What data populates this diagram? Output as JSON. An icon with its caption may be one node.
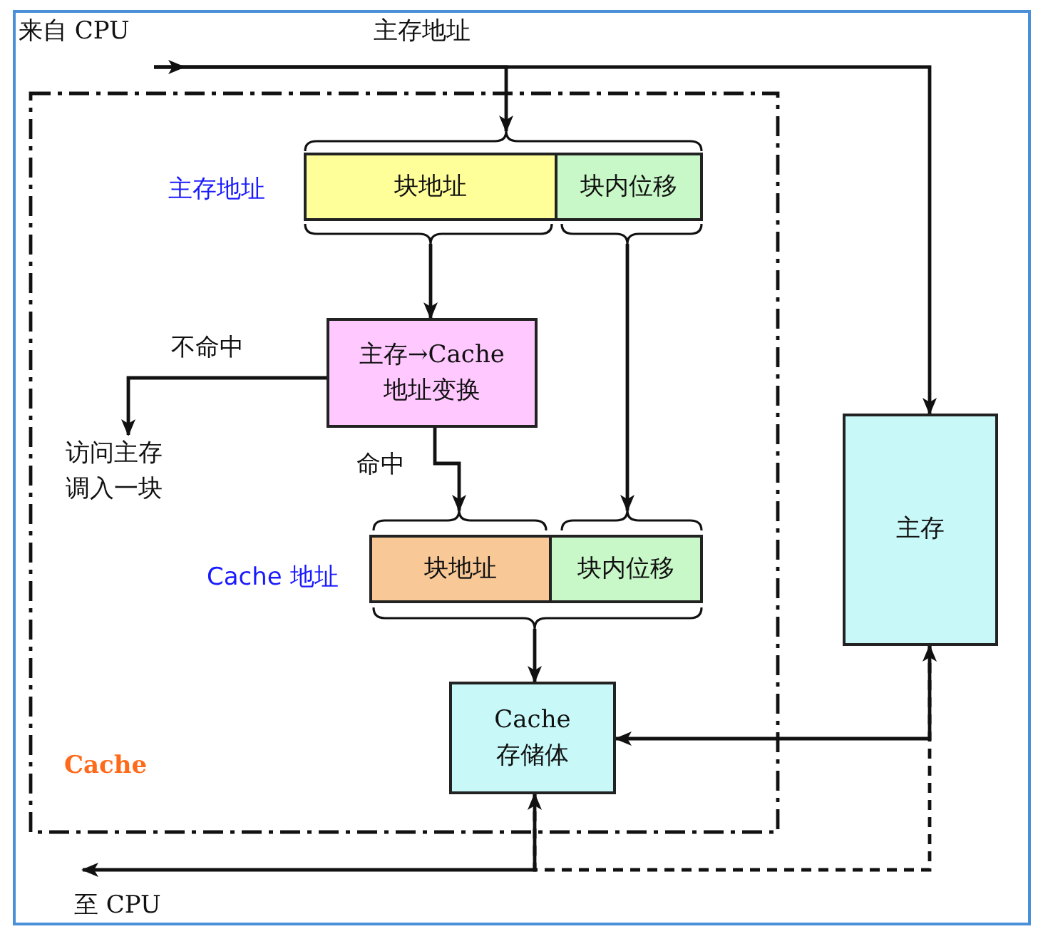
{
  "diagram": {
    "nodes": [
      {
        "text": [
          "Cache"
        ]
      },
      {
        "text": [
          "来自 CPU"
        ]
      },
      {
        "text": [
          "块地址"
        ],
        "in": 0
      },
      {
        "text": [
          "块内位移"
        ],
        "in": 0
      },
      {
        "text": [
          "主存→Cache 地址变换"
        ],
        "in": 0
      },
      {
        "text": [
          "访问主存调入一块"
        ],
        "in": 0
      },
      {
        "text": [
          "块地址"
        ],
        "in": 0
      },
      {
        "text": [
          "块内位移"
        ],
        "in": 0
      },
      {
        "text": [
          "Cache 存储体"
        ],
        "in": 0
      },
      {
        "text": [
          "主存"
        ]
      },
      {
        "text": [
          "至 CPU"
        ]
      },
      {
        "text": [],
        "shape": "brace",
        "in": 0
      },
      {
        "text": [],
        "shape": "brace",
        "in": 0
      },
      {
        "text": [],
        "shape": "brace",
        "in": 0
      },
      {
        "text": [],
        "shape": "brace",
        "in": 0
      },
      {
        "text": [],
        "shape": "brace",
        "in": 0
      },
      {
        "text": [],
        "shape": "brace",
        "in": 0
      }
    ],
    "edges": [
      {
        "from": 1,
        "to": 11,
        "arrow": "to",
        "label": "主存地址"
      },
      {
        "from": 1,
        "to": 9,
        "arrow": "to"
      },
      {
        "from": 12,
        "to": 4,
        "arrow": "to"
      },
      {
        "from": 13,
        "to": 15,
        "arrow": "to"
      },
      {
        "from": 4,
        "to": 5,
        "arrow": "to",
        "label": "不命中"
      },
      {
        "from": 4,
        "to": 14,
        "arrow": "to",
        "label": "命中"
      },
      {
        "from": 16,
        "to": 8,
        "arrow": "to"
      },
      {
        "from": 8,
        "to": 9,
        "arrow": "to",
        "style": "dashed"
      },
      {
        "from": 9,
        "to": 8,
        "arrow": "to"
      },
      {
        "from": 8,
        "to": 10,
        "arrow": "both"
      }
    ],
    "labels": [
      "主存地址",
      "Cache 地址"
    ]
  }
}
